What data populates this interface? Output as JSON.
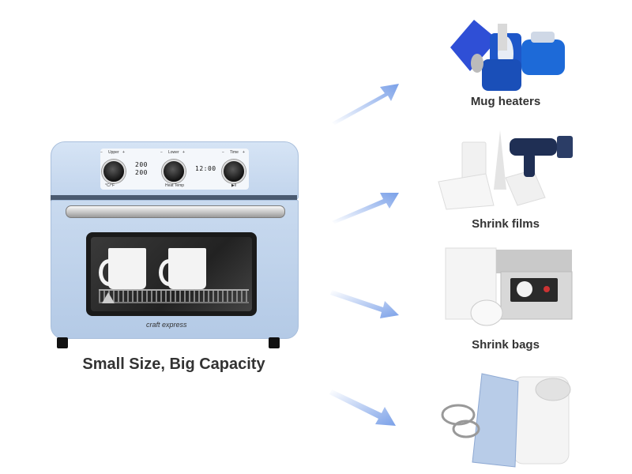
{
  "oven": {
    "caption": "Small Size, Big Capacity",
    "brand": "craft express",
    "panel": {
      "upper_label": "Upper",
      "lower_label": "Lower",
      "time_label": "Time",
      "minus": "−",
      "plus": "+",
      "upper_temp": "200",
      "lower_temp": "200",
      "time_value": "12:00",
      "unit_label": "°C/°F",
      "heat_temp_label": "Heat Temp",
      "play_pause_label": "▶‖"
    },
    "colors": {
      "body": "#c1d4ec",
      "accent": "#3b6fd8"
    }
  },
  "products": [
    {
      "label": "Mug heaters",
      "icon": "mug-heater-press-icon"
    },
    {
      "label": "Shrink films",
      "icon": "heat-gun-shrink-film-icon"
    },
    {
      "label": "Shrink bags",
      "icon": "vacuum-sealer-shrink-bag-icon"
    },
    {
      "label": "",
      "icon": "binder-clip-paper-roll-icon"
    }
  ]
}
